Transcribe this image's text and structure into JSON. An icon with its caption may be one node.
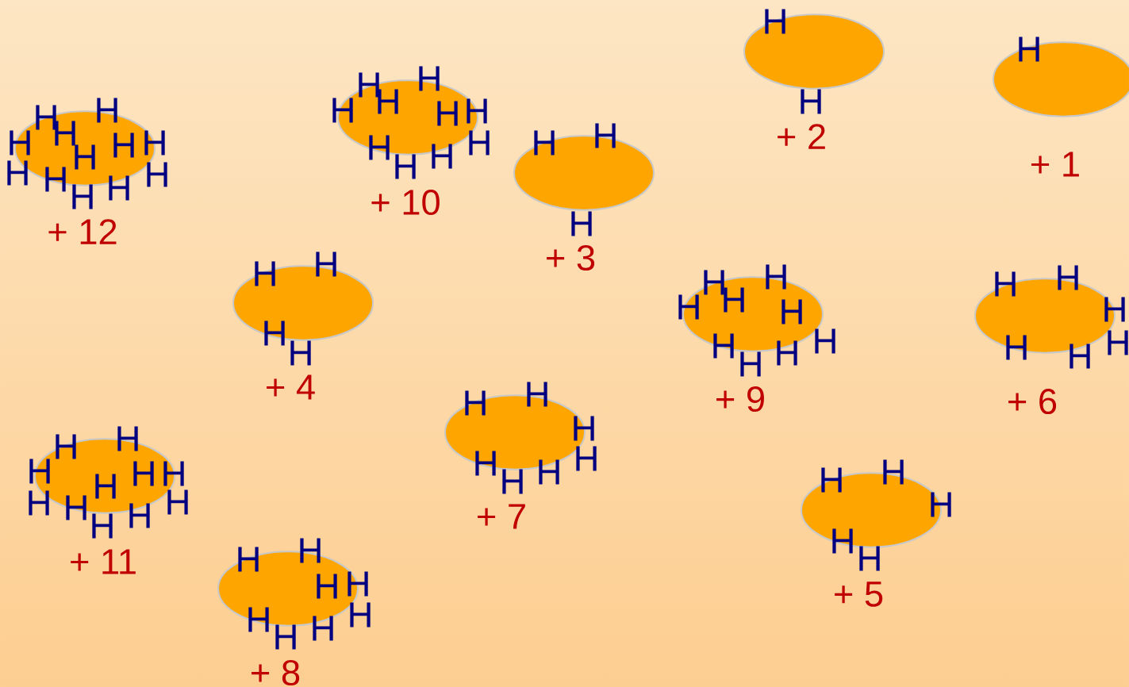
{
  "diagram": {
    "nodes": [
      {
        "text": [
          "H",
          "H",
          "H",
          "H",
          "H",
          "H",
          "H",
          "H",
          "H",
          "H",
          "H",
          "H"
        ],
        "beside": [
          "+ 12"
        ]
      },
      {
        "text": [
          "H",
          "H",
          "H",
          "H",
          "H",
          "H",
          "H",
          "H",
          "H",
          "H"
        ],
        "beside": [
          "+ 10"
        ]
      },
      {
        "text": [
          "H",
          "H",
          "H"
        ],
        "beside": [
          "+ 3"
        ]
      },
      {
        "text": [
          "H",
          "H"
        ],
        "beside": [
          "+ 2"
        ]
      },
      {
        "text": [
          "H"
        ],
        "beside": [
          "+ 1"
        ]
      },
      {
        "text": [
          "H",
          "H",
          "H",
          "H"
        ],
        "beside": [
          "+ 4"
        ]
      },
      {
        "text": [
          "H",
          "H",
          "H",
          "H",
          "H",
          "H",
          "H",
          "H",
          "H"
        ],
        "beside": [
          "+ 9"
        ]
      },
      {
        "text": [
          "H",
          "H",
          "H",
          "H",
          "H",
          "H"
        ],
        "beside": [
          "+ 6"
        ]
      },
      {
        "text": [
          "H",
          "H",
          "H",
          "H",
          "H",
          "H",
          "H",
          "H",
          "H",
          "H",
          "H"
        ],
        "beside": [
          "+ 11"
        ]
      },
      {
        "text": [
          "H",
          "H",
          "H",
          "H",
          "H",
          "H",
          "H"
        ],
        "beside": [
          "+ 7"
        ]
      },
      {
        "text": [
          "H",
          "H",
          "H",
          "H",
          "H"
        ],
        "beside": [
          "+ 5"
        ]
      },
      {
        "text": [
          "H",
          "H",
          "H",
          "H",
          "H",
          "H",
          "H",
          "H"
        ],
        "beside": [
          "+ 8"
        ]
      }
    ]
  }
}
